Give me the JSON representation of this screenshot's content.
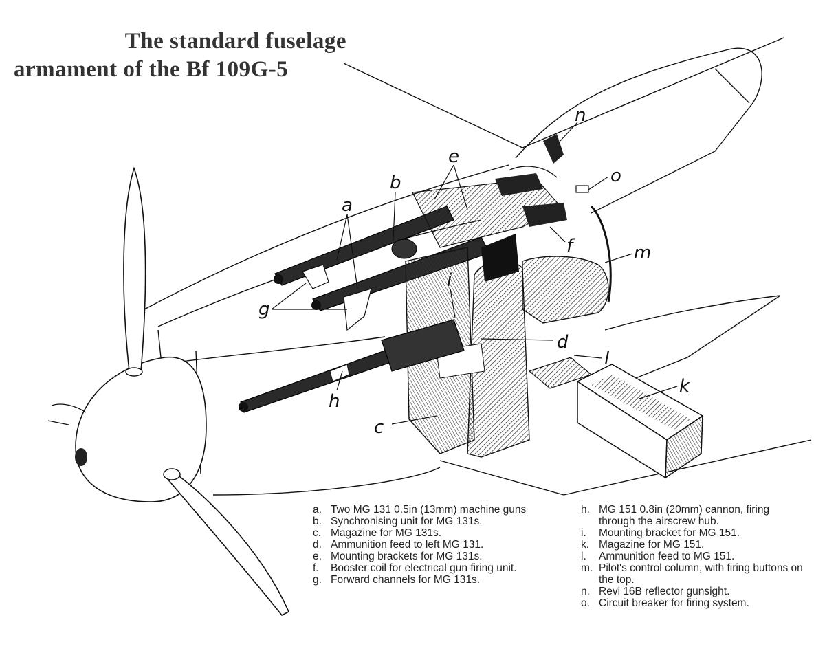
{
  "title": {
    "line1": "The standard fuselage",
    "line2": "armament of the Bf 109G-5"
  },
  "callouts": [
    "a",
    "b",
    "c",
    "d",
    "e",
    "f",
    "g",
    "h",
    "i",
    "k",
    "l",
    "m",
    "n",
    "o"
  ],
  "legend_left": [
    {
      "key": "a.",
      "text": "Two MG 131 0.5in (13mm) machine guns"
    },
    {
      "key": "b.",
      "text": "Synchronising unit for MG 131s."
    },
    {
      "key": "c.",
      "text": "Magazine for MG 131s."
    },
    {
      "key": "d.",
      "text": "Ammunition feed to left MG 131."
    },
    {
      "key": "e.",
      "text": "Mounting brackets for MG 131s."
    },
    {
      "key": "f.",
      "text": "Booster coil for electrical gun firing unit."
    },
    {
      "key": "g.",
      "text": "Forward channels for MG 131s."
    }
  ],
  "legend_right": [
    {
      "key": "h.",
      "text": "MG 151 0.8in (20mm) cannon, firing through the airscrew hub."
    },
    {
      "key": "i.",
      "text": "Mounting bracket for MG 151."
    },
    {
      "key": "k.",
      "text": "Magazine for MG 151."
    },
    {
      "key": "l.",
      "text": "Ammunition feed to MG 151."
    },
    {
      "key": "m.",
      "text": "Pilot's control column, with firing buttons on the top."
    },
    {
      "key": "n.",
      "text": "Revi 16B reflector gunsight."
    },
    {
      "key": "o.",
      "text": "Circuit breaker for firing system."
    }
  ]
}
